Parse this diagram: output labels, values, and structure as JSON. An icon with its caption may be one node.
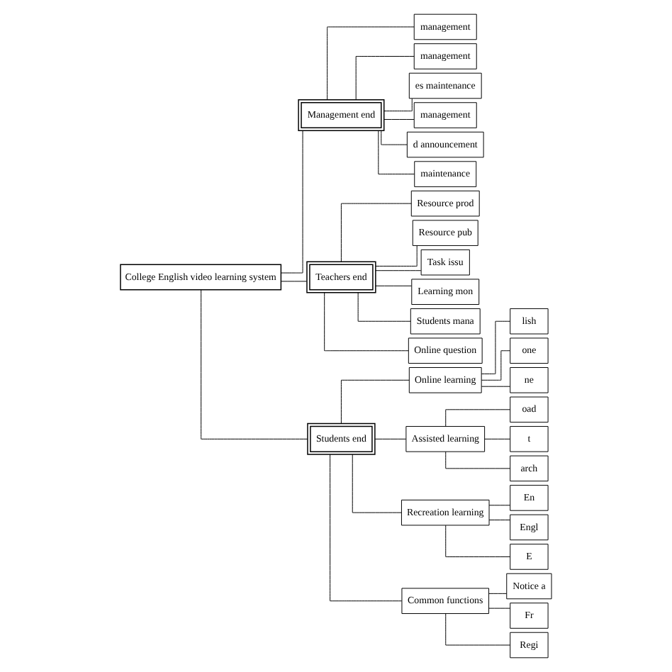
{
  "diagram": {
    "nodes": [
      {
        "text": [
          "College English video learning system"
        ]
      },
      {
        "text": [
          "Management end"
        ]
      },
      {
        "text": [
          "Teachers end"
        ]
      },
      {
        "text": [
          "Students end"
        ]
      },
      {
        "text": [
          "management"
        ]
      },
      {
        "text": [
          "management"
        ]
      },
      {
        "text": [
          "es maintenance"
        ]
      },
      {
        "text": [
          "management"
        ]
      },
      {
        "text": [
          "d announcement"
        ]
      },
      {
        "text": [
          "maintenance"
        ]
      },
      {
        "text": [
          "Resource prod"
        ]
      },
      {
        "text": [
          "Resource pub"
        ]
      },
      {
        "text": [
          "Task issu"
        ]
      },
      {
        "text": [
          "Learning mon"
        ]
      },
      {
        "text": [
          "Students mana"
        ]
      },
      {
        "text": [
          "Online question"
        ]
      },
      {
        "text": [
          "Online learning"
        ]
      },
      {
        "text": [
          "Assisted learning"
        ]
      },
      {
        "text": [
          "Recreation learning"
        ]
      },
      {
        "text": [
          "Common functions"
        ]
      },
      {
        "text": [
          "lish"
        ]
      },
      {
        "text": [
          "one"
        ]
      },
      {
        "text": [
          "ne"
        ]
      },
      {
        "text": [
          "oad"
        ]
      },
      {
        "text": [
          "t"
        ]
      },
      {
        "text": [
          "arch"
        ]
      },
      {
        "text": [
          "En"
        ]
      },
      {
        "text": [
          "Engl"
        ]
      },
      {
        "text": [
          "E"
        ]
      },
      {
        "text": [
          "Notice a"
        ]
      },
      {
        "text": [
          "Fr"
        ]
      },
      {
        "text": [
          "Regi"
        ]
      }
    ],
    "edges": [
      {
        "from": 0,
        "to": 1,
        "arrow": "none"
      },
      {
        "from": 0,
        "to": 2,
        "arrow": "none"
      },
      {
        "from": 0,
        "to": 3,
        "arrow": "none"
      },
      {
        "from": 1,
        "to": 4,
        "arrow": "none"
      },
      {
        "from": 1,
        "to": 5,
        "arrow": "none"
      },
      {
        "from": 1,
        "to": 6,
        "arrow": "none"
      },
      {
        "from": 1,
        "to": 7,
        "arrow": "none"
      },
      {
        "from": 1,
        "to": 8,
        "arrow": "none"
      },
      {
        "from": 1,
        "to": 9,
        "arrow": "none"
      },
      {
        "from": 2,
        "to": 10,
        "arrow": "none"
      },
      {
        "from": 2,
        "to": 11,
        "arrow": "none"
      },
      {
        "from": 2,
        "to": 12,
        "arrow": "none"
      },
      {
        "from": 2,
        "to": 13,
        "arrow": "none"
      },
      {
        "from": 2,
        "to": 14,
        "arrow": "none"
      },
      {
        "from": 2,
        "to": 15,
        "arrow": "none"
      },
      {
        "from": 3,
        "to": 16,
        "arrow": "none"
      },
      {
        "from": 3,
        "to": 17,
        "arrow": "none"
      },
      {
        "from": 3,
        "to": 18,
        "arrow": "none"
      },
      {
        "from": 3,
        "to": 19,
        "arrow": "none"
      },
      {
        "from": 16,
        "to": 20,
        "arrow": "none"
      },
      {
        "from": 16,
        "to": 21,
        "arrow": "none"
      },
      {
        "from": 16,
        "to": 22,
        "arrow": "none"
      },
      {
        "from": 17,
        "to": 23,
        "arrow": "none"
      },
      {
        "from": 17,
        "to": 24,
        "arrow": "none"
      },
      {
        "from": 17,
        "to": 25,
        "arrow": "none"
      },
      {
        "from": 18,
        "to": 26,
        "arrow": "none"
      },
      {
        "from": 18,
        "to": 27,
        "arrow": "none"
      },
      {
        "from": 18,
        "to": 28,
        "arrow": "none"
      },
      {
        "from": 19,
        "to": 29,
        "arrow": "none"
      },
      {
        "from": 19,
        "to": 30,
        "arrow": "none"
      },
      {
        "from": 19,
        "to": 31,
        "arrow": "none"
      }
    ]
  }
}
